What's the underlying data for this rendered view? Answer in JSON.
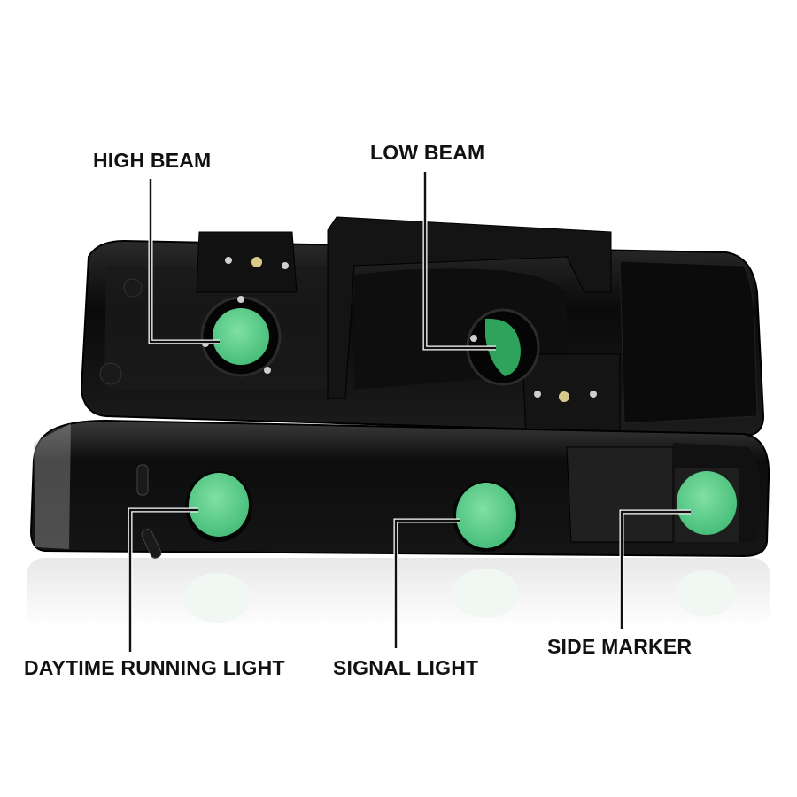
{
  "diagram": {
    "subject": "Headlight and bumper lamp assembly (rear view)",
    "colors": {
      "background": "#ffffff",
      "housing": "#0c0c0c",
      "bulb_cover": "#5fd08a",
      "callout_line": "#111111",
      "label_text": "#111111"
    },
    "callouts": [
      {
        "id": "high-beam",
        "label": "HIGH BEAM"
      },
      {
        "id": "low-beam",
        "label": "LOW BEAM"
      },
      {
        "id": "daytime-running-light",
        "label": "DAYTIME RUNNING LIGHT"
      },
      {
        "id": "signal-light",
        "label": "SIGNAL LIGHT"
      },
      {
        "id": "side-marker",
        "label": "SIDE MARKER"
      }
    ]
  }
}
